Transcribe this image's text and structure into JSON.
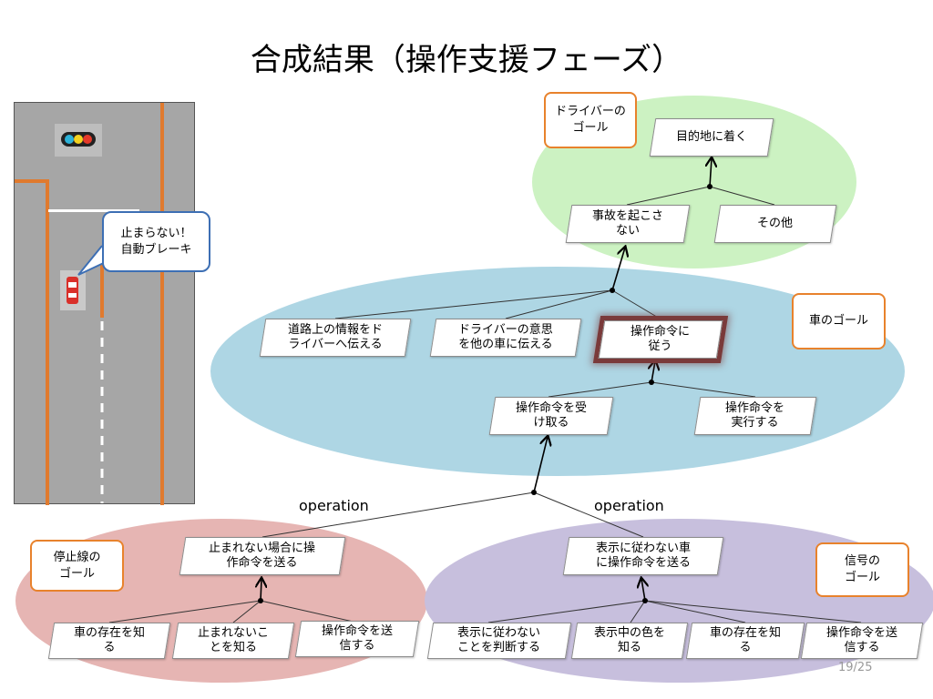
{
  "title": "合成結果（操作支援フェーズ）",
  "page_number": "19/25",
  "operation_labels": [
    "operation",
    "operation"
  ],
  "road": {
    "bubble_text": "止まらない！\n自動ブレーキ"
  },
  "callouts": {
    "driver_goal": "ドライバーの\nゴール",
    "car_goal": "車のゴール",
    "stopline_goal": "停止線の\nゴール",
    "signal_goal": "信号の\nゴール"
  },
  "nodes": {
    "arrive": "目的地に着く",
    "no_accident": "事故を起こさ\nない",
    "other": "その他",
    "convey_road": "道路上の情報をド\nライバーへ伝える",
    "convey_intent": "ドライバーの意思\nを他の車に伝える",
    "obey_command": "操作命令に\n従う",
    "receive_command": "操作命令を受\nけ取る",
    "execute_command": "操作命令を\n実行する",
    "send_if_cannot_stop": "止まれない場合に操\n作命令を送る",
    "car_presence_a": "車の存在を知\nる",
    "know_cannot_stop": "止まれないこ\nとを知る",
    "send_command_a": "操作命令を送\n信する",
    "send_to_violator": "表示に従わない車\nに操作命令を送る",
    "judge_violation": "表示に従わない\nことを判断する",
    "know_color": "表示中の色を\n知る",
    "car_presence_b": "車の存在を知\nる",
    "send_command_b": "操作命令を送\n信する"
  },
  "colors": {
    "green_region": "#ccf2c2",
    "blue_region": "#aed6e4",
    "red_region": "#e6b5b3",
    "purple_region": "#c7bfdd",
    "callout_border": "#e8822c",
    "road_line": "#e07a2e",
    "highlight": "#7a3a3a"
  }
}
